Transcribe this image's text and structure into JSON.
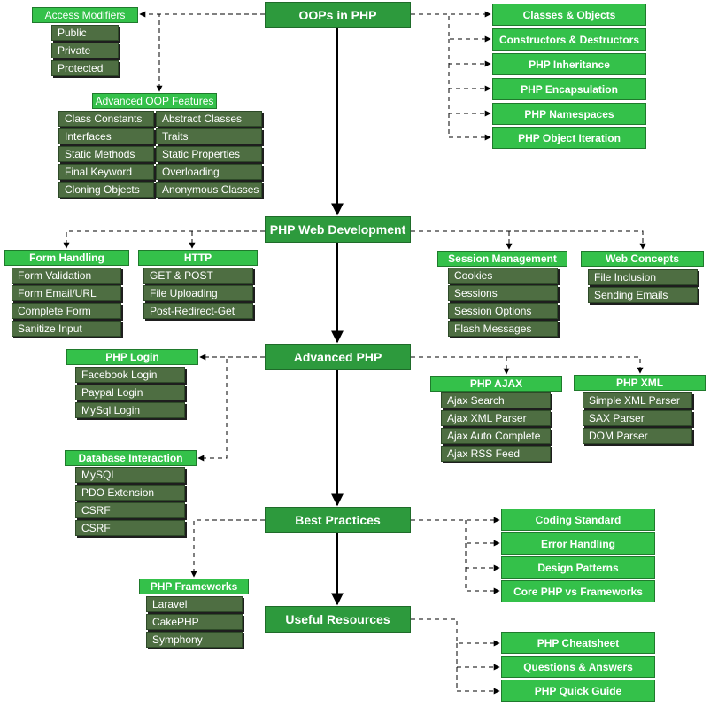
{
  "root": "OOPs in PHP",
  "access_modifiers": {
    "title": "Access Modifiers",
    "items": [
      "Public",
      "Private",
      "Protected"
    ]
  },
  "advanced_oop": {
    "title": "Advanced OOP Features",
    "left": [
      "Class Constants",
      "Interfaces",
      "Static Methods",
      "Final Keyword",
      "Cloning Objects"
    ],
    "right": [
      "Abstract Classes",
      "Traits",
      "Static Properties",
      "Overloading",
      "Anonymous Classes"
    ]
  },
  "oop_topics": [
    "Classes & Objects",
    "Constructors & Destructors",
    "PHP Inheritance",
    "PHP Encapsulation",
    "PHP Namespaces",
    "PHP Object Iteration"
  ],
  "web_dev": {
    "title": "PHP Web Development",
    "form_handling": {
      "title": "Form Handling",
      "items": [
        "Form Validation",
        "Form Email/URL",
        "Complete Form",
        "Sanitize Input"
      ]
    },
    "http": {
      "title": "HTTP",
      "items": [
        "GET & POST",
        "File Uploading",
        "Post-Redirect-Get"
      ]
    },
    "session": {
      "title": "Session Management",
      "items": [
        "Cookies",
        "Sessions",
        "Session Options",
        "Flash Messages"
      ]
    },
    "web_concepts": {
      "title": "Web Concepts",
      "items": [
        "File Inclusion",
        "Sending Emails"
      ]
    }
  },
  "advanced_php": {
    "title": "Advanced PHP",
    "login": {
      "title": "PHP Login",
      "items": [
        "Facebook Login",
        "Paypal Login",
        "MySql Login"
      ]
    },
    "database": {
      "title": "Database Interaction",
      "items": [
        "MySQL",
        "PDO Extension",
        "CSRF",
        "CSRF"
      ]
    },
    "ajax": {
      "title": "PHP AJAX",
      "items": [
        "Ajax Search",
        "Ajax XML Parser",
        "Ajax Auto Complete",
        "Ajax RSS Feed"
      ]
    },
    "xml": {
      "title": "PHP XML",
      "items": [
        "Simple XML Parser",
        "SAX Parser",
        "DOM Parser"
      ]
    }
  },
  "best_practices": {
    "title": "Best Practices",
    "items": [
      "Coding Standard",
      "Error Handling",
      "Design Patterns",
      "Core PHP vs Frameworks"
    ],
    "frameworks": {
      "title": "PHP Frameworks",
      "items": [
        "Laravel",
        "CakePHP",
        "Symphony"
      ]
    }
  },
  "resources": {
    "title": "Useful Resources",
    "items": [
      "PHP Cheatsheet",
      "Questions & Answers",
      "PHP Quick Guide"
    ]
  },
  "colors": {
    "main_fill": "#2d9a3d",
    "sub_fill": "#34c14a",
    "leaf_fill": "#4e6e42",
    "edge": "#000000"
  }
}
